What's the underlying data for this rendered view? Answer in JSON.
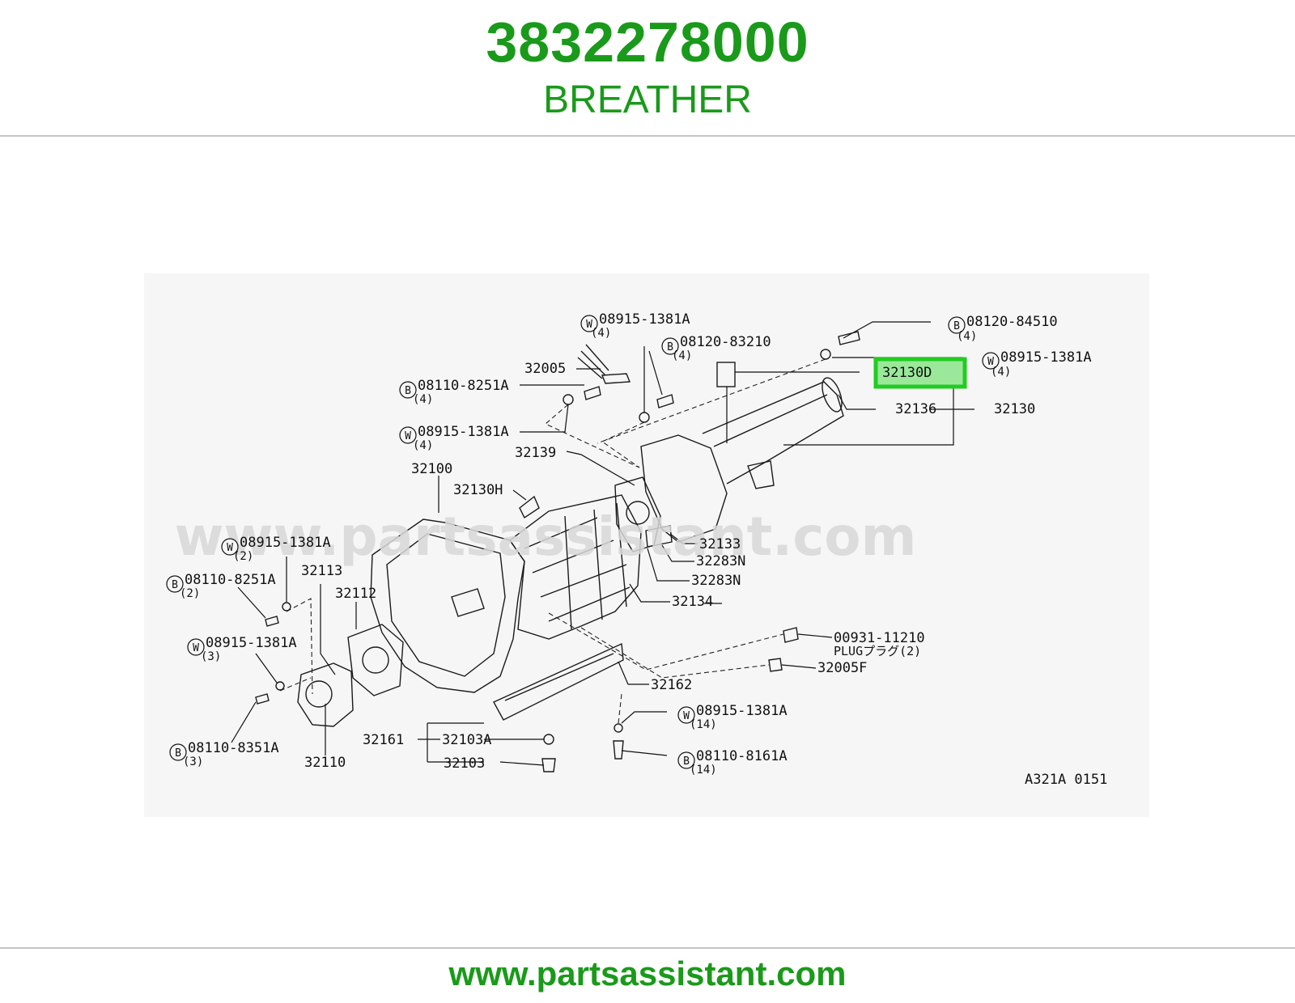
{
  "header": {
    "part_number": "3832278000",
    "part_name": "BREATHER"
  },
  "diagram": {
    "watermark": "www.partsassistant.com",
    "code": "A321A 0151",
    "highlight_label": "32130D",
    "labels": {
      "l_32005": "32005",
      "l_32005f": "32005F",
      "l_32100": "32100",
      "l_32103": "32103",
      "l_32103a": "32103A",
      "l_32110": "32110",
      "l_32112": "32112",
      "l_32113": "32113",
      "l_32130": "32130",
      "l_32130h": "32130H",
      "l_32133": "32133",
      "l_32134": "32134",
      "l_32136": "32136",
      "l_32139": "32139",
      "l_32161": "32161",
      "l_32162": "32162",
      "l_32283n_a": "32283N",
      "l_32283n_b": "32283N",
      "w_top": "08915-1381A",
      "w_top_q": "(4)",
      "b_top": "08120-83210",
      "b_top_q": "(4)",
      "b_tr": "08120-84510",
      "b_tr_q": "(4)",
      "w_tr": "08915-1381A",
      "w_tr_q": "(4)",
      "b_left1": "08110-8251A",
      "b_left1_q": "(4)",
      "w_left1": "08915-1381A",
      "w_left1_q": "(4)",
      "w_left2": "08915-1381A",
      "w_left2_q": "(2)",
      "b_left2": "08110-8251A",
      "b_left2_q": "(2)",
      "w_left3": "08915-1381A",
      "w_left3_q": "(3)",
      "b_left3": "08110-8351A",
      "b_left3_q": "(3)",
      "plug_num": "00931-11210",
      "plug_text": "PLUGプラグ(2)",
      "w_bottom": "08915-1381A",
      "w_bottom_q": "(14)",
      "b_bottom": "08110-8161A",
      "b_bottom_q": "(14)",
      "marker_w": "W",
      "marker_b": "B"
    }
  },
  "footer": {
    "url": "www.partsassistant.com"
  },
  "colors": {
    "brand_green": "#1a9a1a",
    "highlight_border": "#22cc22",
    "highlight_fill": "#9be89b",
    "watermark": "#dcdcdc"
  }
}
